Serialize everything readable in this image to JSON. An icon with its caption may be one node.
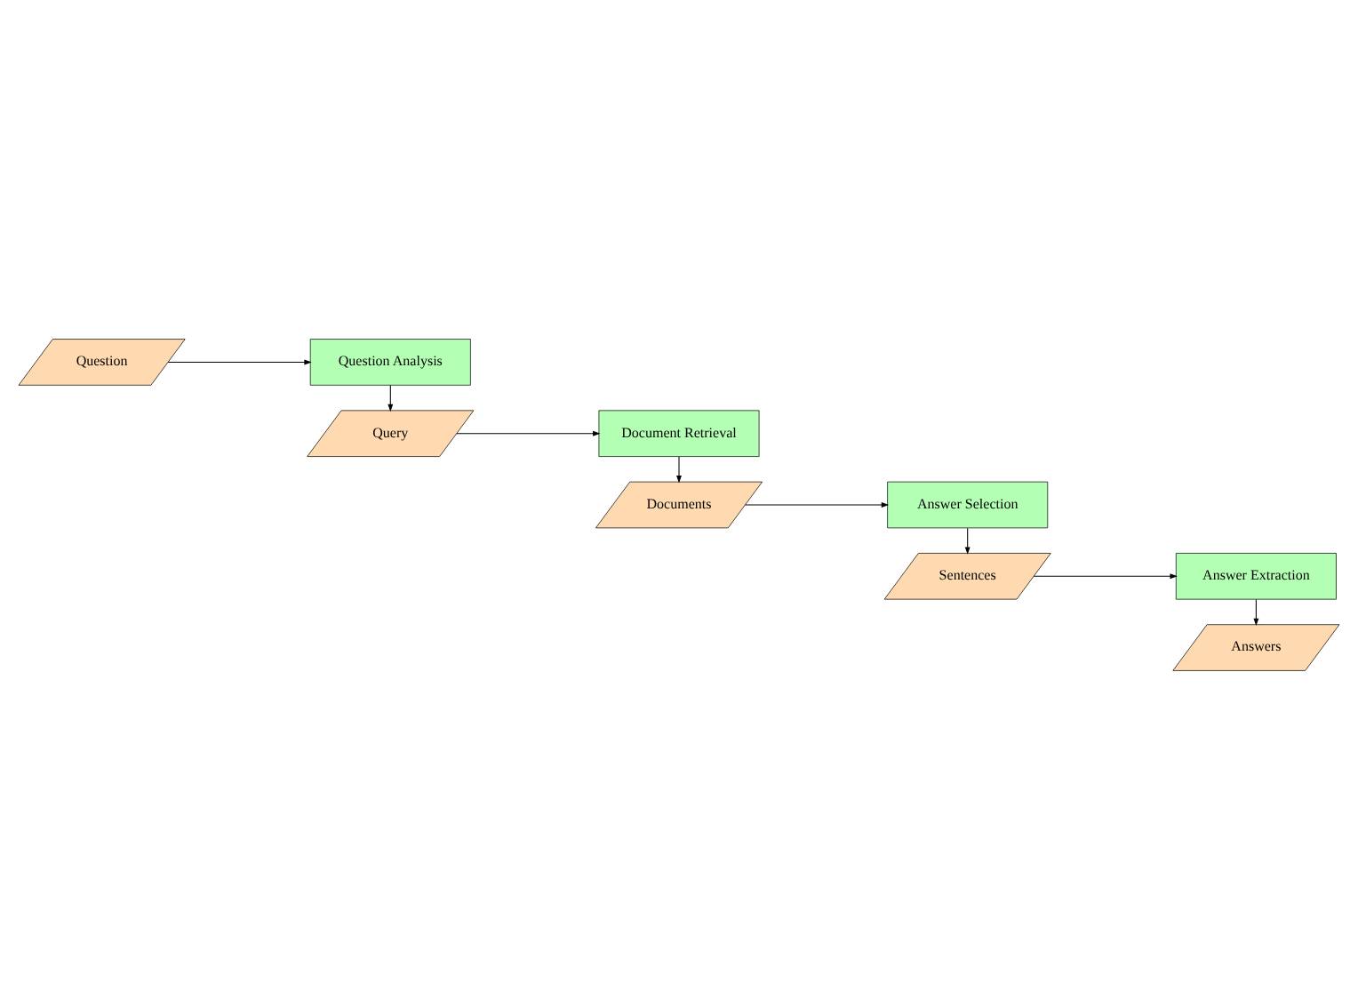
{
  "diagram": {
    "nodes": [
      {
        "text": [
          "Question"
        ]
      },
      {
        "text": [
          "Question Analysis"
        ]
      },
      {
        "text": [
          "Query"
        ]
      },
      {
        "text": [
          "Document Retrieval"
        ]
      },
      {
        "text": [
          "Documents"
        ]
      },
      {
        "text": [
          "Answer Selection"
        ]
      },
      {
        "text": [
          "Sentences"
        ]
      },
      {
        "text": [
          "Answer Extraction"
        ]
      },
      {
        "text": [
          "Answers"
        ]
      }
    ],
    "edges": [
      {
        "from": 0,
        "to": 1,
        "arrow": "to"
      },
      {
        "from": 1,
        "to": 2,
        "arrow": "to"
      },
      {
        "from": 2,
        "to": 3,
        "arrow": "to"
      },
      {
        "from": 3,
        "to": 4,
        "arrow": "to"
      },
      {
        "from": 4,
        "to": 5,
        "arrow": "to"
      },
      {
        "from": 5,
        "to": 6,
        "arrow": "to"
      },
      {
        "from": 6,
        "to": 7,
        "arrow": "to"
      },
      {
        "from": 7,
        "to": 8,
        "arrow": "to"
      }
    ]
  }
}
